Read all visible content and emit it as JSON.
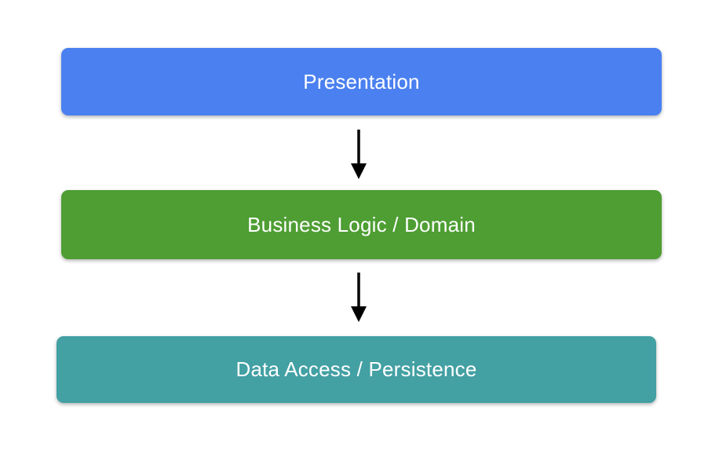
{
  "diagram": {
    "type": "layered-architecture",
    "background_color": "#FFFFFF",
    "text_color": "#FFFFFF",
    "arrow_color": "#000000",
    "layers": [
      {
        "label": "Presentation",
        "color": "#4A80F0"
      },
      {
        "label": "Business Logic / Domain",
        "color": "#4E9E33"
      },
      {
        "label": "Data Access / Persistence",
        "color": "#43A0A3"
      }
    ],
    "connections": [
      {
        "from": "Presentation",
        "to": "Business Logic / Domain",
        "direction": "down"
      },
      {
        "from": "Business Logic / Domain",
        "to": "Data Access / Persistence",
        "direction": "down"
      }
    ]
  }
}
